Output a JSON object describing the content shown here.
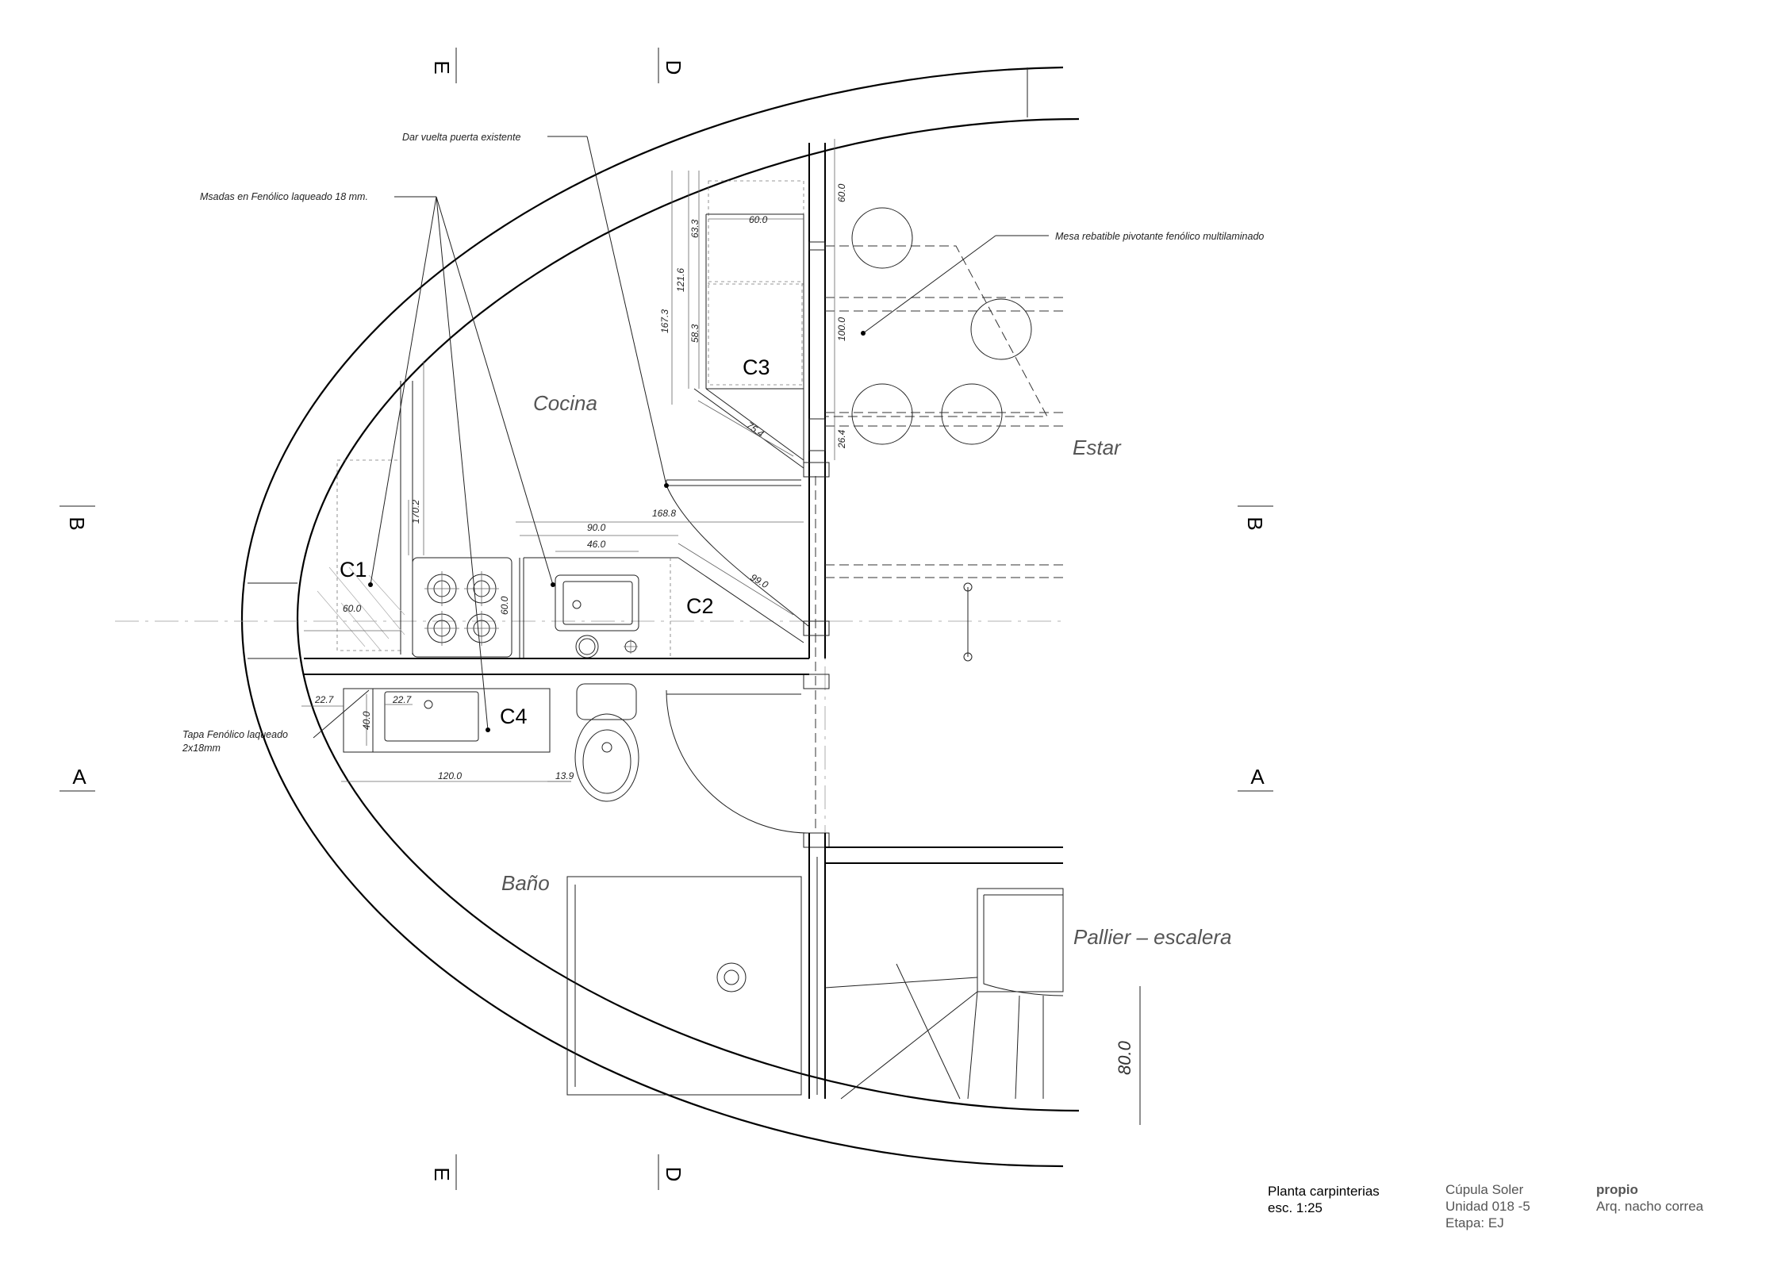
{
  "rooms": {
    "cocina": "Cocina",
    "estar": "Estar",
    "bano": "Baño",
    "pallier": "Pallier – escalera"
  },
  "notes": {
    "puerta": "Dar vuelta puerta existente",
    "msadas": "Msadas en Fenólico laqueado 18 mm.",
    "mesa": "Mesa rebatible pivotante fenólico multilaminado",
    "tapa_1": "Tapa Fenólico laqueado",
    "tapa_2": "2x18mm"
  },
  "modules": {
    "c1": "C1",
    "c2": "C2",
    "c3": "C3",
    "c4": "C4"
  },
  "sections": {
    "e": "E",
    "d": "D",
    "b": "B",
    "a": "A"
  },
  "dimensions": {
    "d60_c3": "60.0",
    "d63_3": "63.3",
    "d121_6": "121.6",
    "d167_3": "167.3",
    "d58_3": "58.3",
    "d75_4": "75.4",
    "d60_wall": "60.0",
    "d100": "100.0",
    "d26_4": "26.4",
    "d168_8": "168.8",
    "d90": "90.0",
    "d46": "46.0",
    "d99": "99.0",
    "d60_c1": "60.0",
    "d170_2": "170.2",
    "d60_stove": "60.0",
    "d22_7a": "22.7",
    "d22_7b": "22.7",
    "d40": "40.0",
    "d120": "120.0",
    "d13_9": "13.9",
    "d80": "80.0"
  },
  "title_block": {
    "title": "Planta carpinterias",
    "scale": "esc. 1:25",
    "project": "Cúpula Soler",
    "unit": "Unidad 018 -5",
    "stage": "Etapa: EJ",
    "owner": "propio",
    "architect": "Arq. nacho correa"
  }
}
